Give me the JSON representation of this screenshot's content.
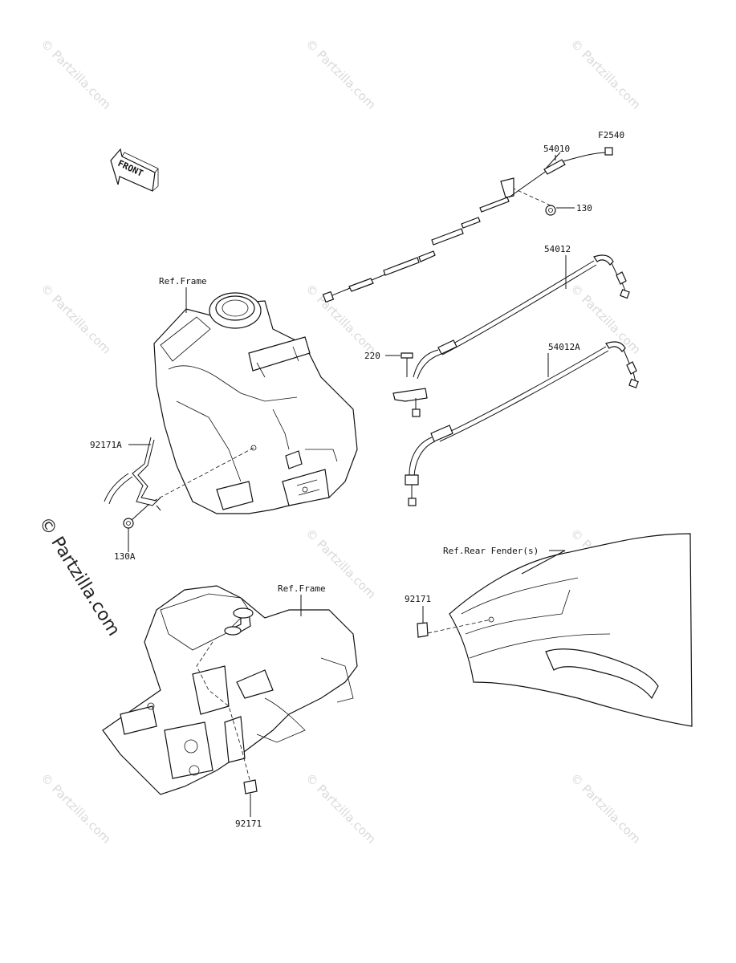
{
  "diagram_code": "F2540",
  "front_label": "FRONT",
  "watermark_text": "© Partzilla.com",
  "watermark_side_text": "© Partzilla.com",
  "callouts": {
    "c54010": "54010",
    "c130": "130",
    "c54012": "54012",
    "c54012A": "54012A",
    "c220": "220",
    "c92171A": "92171A",
    "c130A": "130A",
    "c92171_right": "92171",
    "c92171_bottom": "92171"
  },
  "refs": {
    "frame_top": "Ref.Frame",
    "frame_bottom": "Ref.Frame",
    "rear_fender": "Ref.Rear Fender(s)"
  }
}
